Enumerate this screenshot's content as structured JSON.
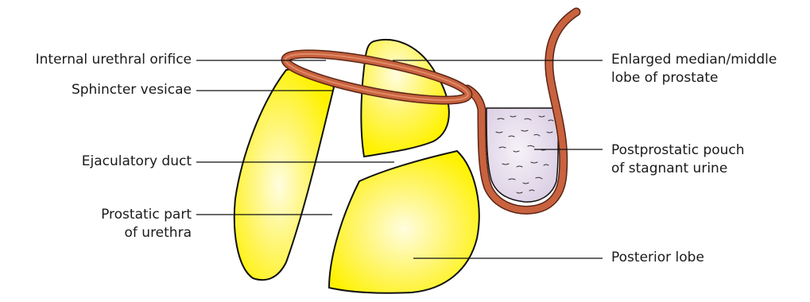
{
  "colors": {
    "lobe_fill": "#fff200",
    "lobe_highlight": "#fffde0",
    "sphincter": "#c8623f",
    "sphincter_dark": "#5a2515",
    "urine": "#e2d8ea",
    "outline": "#111111"
  },
  "labels": {
    "internal_urethral_orifice": "Internal urethral orifice",
    "sphincter_vesicae": "Sphincter vesicae",
    "ejaculatory_duct": "Ejaculatory duct",
    "prostatic_part_line1": "Prostatic part",
    "prostatic_part_line2": "of urethra",
    "median_lobe_line1": "Enlarged median/middle",
    "median_lobe_line2": "lobe of prostate",
    "pouch_line1": "Postprostatic pouch",
    "pouch_line2": "of stagnant urine",
    "posterior_lobe": "Posterior lobe"
  }
}
